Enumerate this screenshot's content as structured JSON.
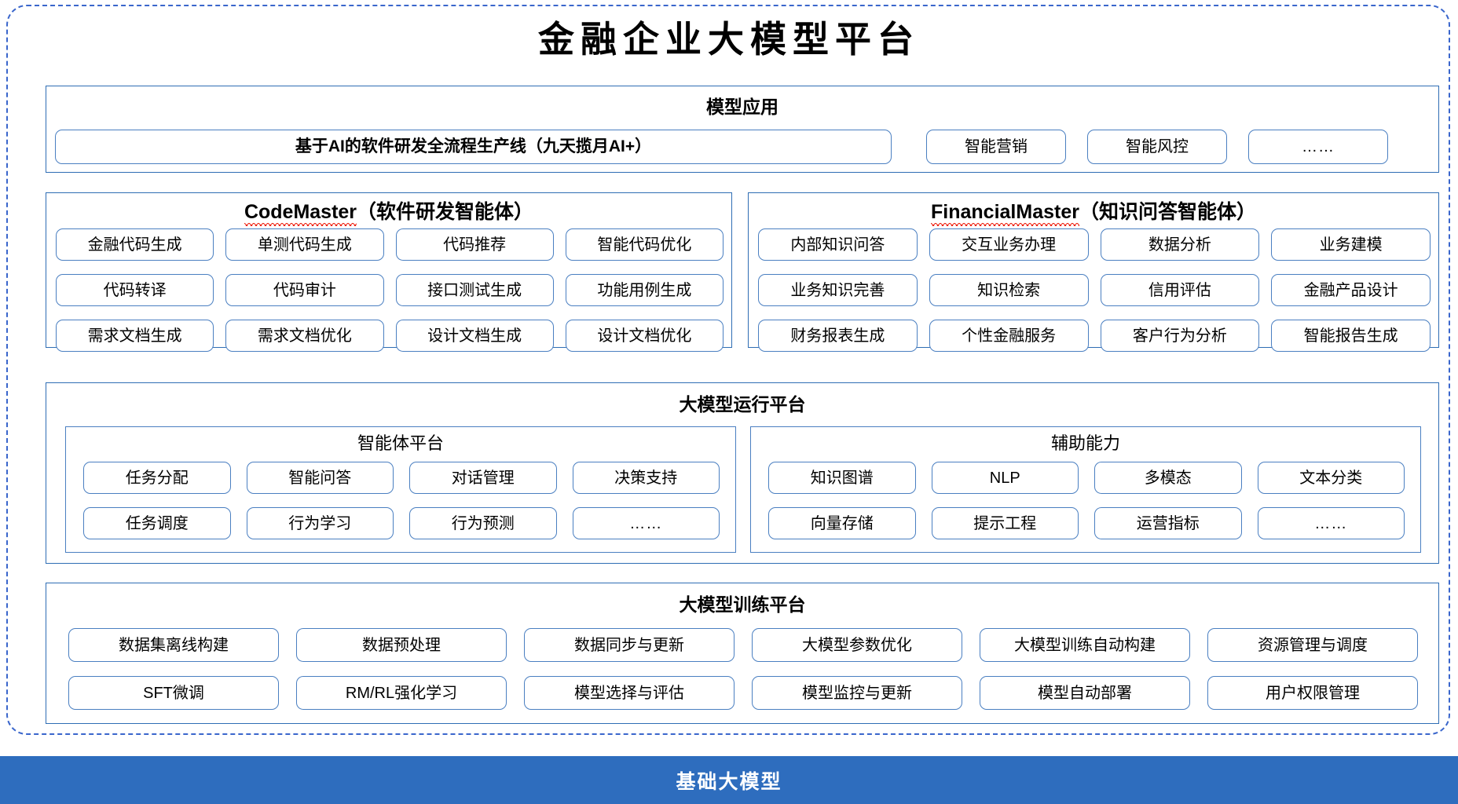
{
  "page": {
    "title": "金融企业大模型平台",
    "outer_border_color": "#3A66CC",
    "box_border_color": "#2E6DB4",
    "pill_border_color": "#4A7FC1",
    "base_bar_color": "#2E6DBE"
  },
  "model_application": {
    "title": "模型应用",
    "main_item": "基于AI的软件研发全流程生产线（九天揽月AI+）",
    "items": [
      "智能营销",
      "智能风控",
      "……"
    ]
  },
  "agents": [
    {
      "name_latin": "CodeMaster",
      "name_cn": "（软件研发智能体）",
      "spellcheck_underline": true,
      "items": [
        "金融代码生成",
        "单测代码生成",
        "代码推荐",
        "智能代码优化",
        "代码转译",
        "代码审计",
        "接口测试生成",
        "功能用例生成",
        "需求文档生成",
        "需求文档优化",
        "设计文档生成",
        "设计文档优化"
      ]
    },
    {
      "name_latin": "FinancialMaster",
      "name_cn": "（知识问答智能体）",
      "spellcheck_underline": true,
      "items": [
        "内部知识问答",
        "交互业务办理",
        "数据分析",
        "业务建模",
        "业务知识完善",
        "知识检索",
        "信用评估",
        "金融产品设计",
        "财务报表生成",
        "个性金融服务",
        "客户行为分析",
        "智能报告生成"
      ]
    }
  ],
  "runtime_platform": {
    "title": "大模型运行平台",
    "subpanels": [
      {
        "title": "智能体平台",
        "items": [
          "任务分配",
          "智能问答",
          "对话管理",
          "决策支持",
          "任务调度",
          "行为学习",
          "行为预测",
          "……"
        ]
      },
      {
        "title": "辅助能力",
        "items": [
          "知识图谱",
          "NLP",
          "多模态",
          "文本分类",
          "向量存储",
          "提示工程",
          "运营指标",
          "……"
        ]
      }
    ]
  },
  "training_platform": {
    "title": "大模型训练平台",
    "items": [
      "数据集离线构建",
      "数据预处理",
      "数据同步与更新",
      "大模型参数优化",
      "大模型训练自动构建",
      "资源管理与调度",
      "SFT微调",
      "RM/RL强化学习",
      "模型选择与评估",
      "模型监控与更新",
      "模型自动部署",
      "用户权限管理"
    ]
  },
  "base_model": {
    "label": "基础大模型"
  }
}
